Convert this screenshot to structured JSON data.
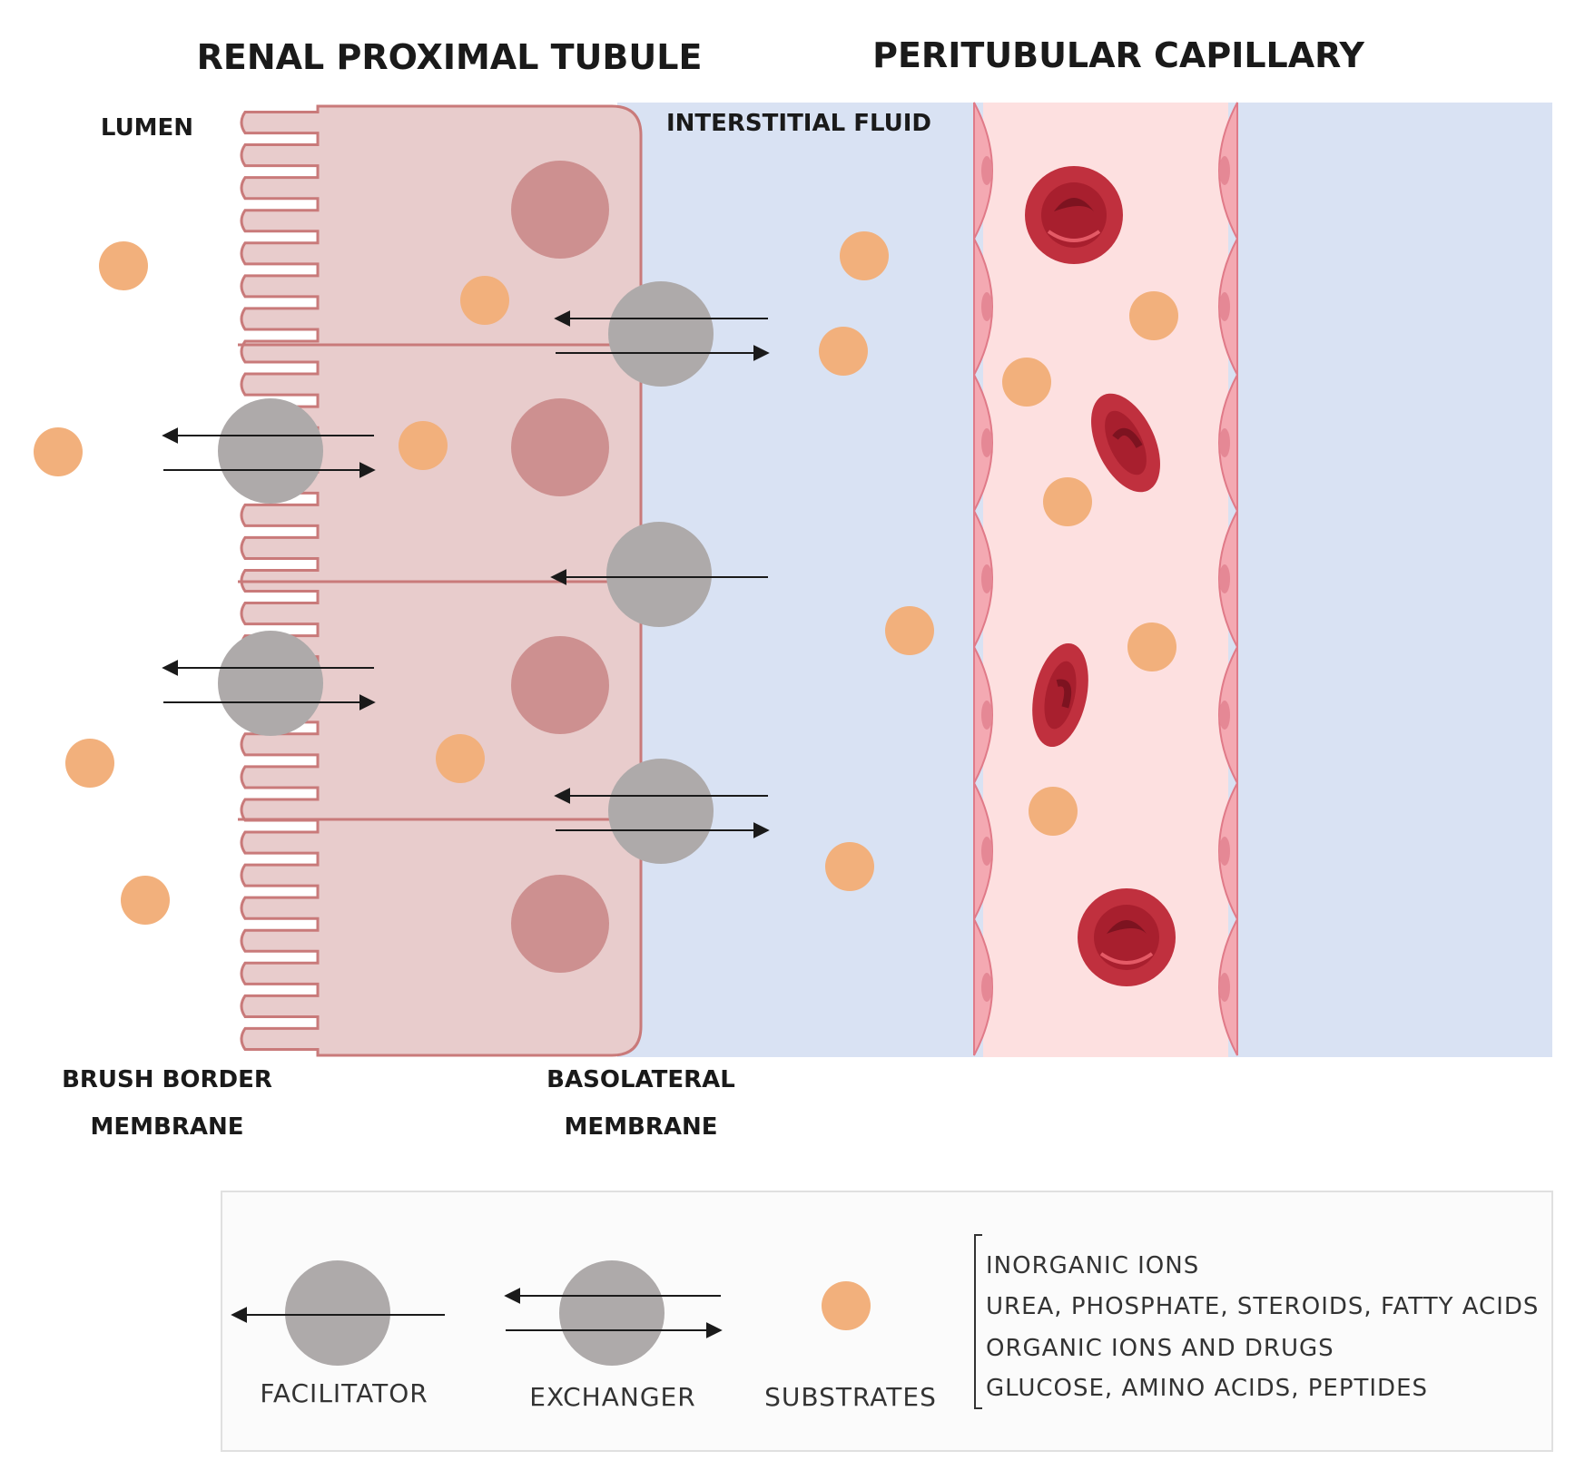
{
  "titles": {
    "tubule": "RENAL PROXIMAL TUBULE",
    "capillary": "PERITUBULAR CAPILLARY"
  },
  "regions": {
    "lumen": "LUMEN",
    "interstitial": "INTERSTITIAL FLUID",
    "brush_border_line1": "BRUSH BORDER",
    "brush_border_line2": "MEMBRANE",
    "basolateral_line1": "BASOLATERAL",
    "basolateral_line2": "MEMBRANE"
  },
  "legend": {
    "facilitator": "FACILITATOR",
    "exchanger": "EXCHANGER",
    "substrates": "SUBSTRATES",
    "substrate_types": [
      "INORGANIC IONS",
      "UREA, PHOSPHATE, STEROIDS, FATTY ACIDS",
      "ORGANIC IONS AND DRUGS",
      "GLUCOSE, AMINO ACIDS, PEPTIDES"
    ]
  },
  "colors": {
    "cell_fill": "#e8cccc",
    "cell_border": "#c97a7a",
    "nucleus": "#cd9090",
    "interstitial_fill": "#d9e2f3",
    "capillary_fill": "#fde0e0",
    "endothelium": "#f4a9b2",
    "red_blood_cell": "#c0303e",
    "transporter": "#aeaaaa",
    "substrate": "#f2b07c",
    "arrow": "#1a1a1a"
  }
}
